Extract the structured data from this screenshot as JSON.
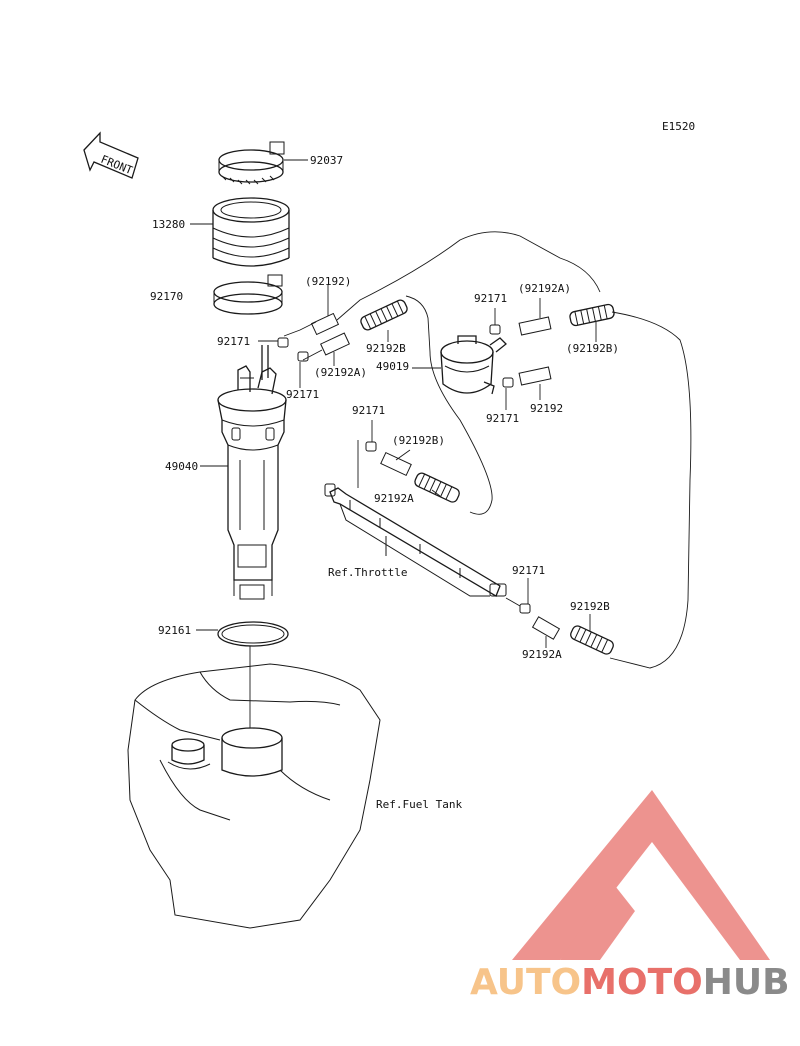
{
  "diagram_code": "E1520",
  "front_label": "FRONT",
  "callouts": {
    "p92037": "92037",
    "p13280": "13280",
    "p92170": "92170",
    "p92192_top": "(92192)",
    "p92171_left": "92171",
    "p92192B_left": "92192B",
    "p92192A_left": "(92192A)",
    "p92171_left2": "92171",
    "p49019": "49019",
    "p92171_filter_top": "92171",
    "p92192A_filter": "(92192A)",
    "p92192B_filter": "(92192B)",
    "p92192_filter": "92192",
    "p92171_filter_bottom": "92171",
    "p92171_throttle_top": "92171",
    "p92192B_throttle": "(92192B)",
    "p92192A_throttle": "92192A",
    "p49040": "49040",
    "p92171_throttle_bottom": "92171",
    "p92192B_throttle_bottom": "92192B",
    "p92192A_throttle_bottom": "92192A",
    "p92161": "92161"
  },
  "references": {
    "throttle": "Ref.Throttle",
    "fuel_tank": "Ref.Fuel Tank"
  },
  "watermark": {
    "part1": "AUTO",
    "part2": "MOTO",
    "part3": "HUB",
    "color_light": "#f7c48a",
    "color_red": "#e8706a",
    "color_gray": "#8a8a8a"
  }
}
